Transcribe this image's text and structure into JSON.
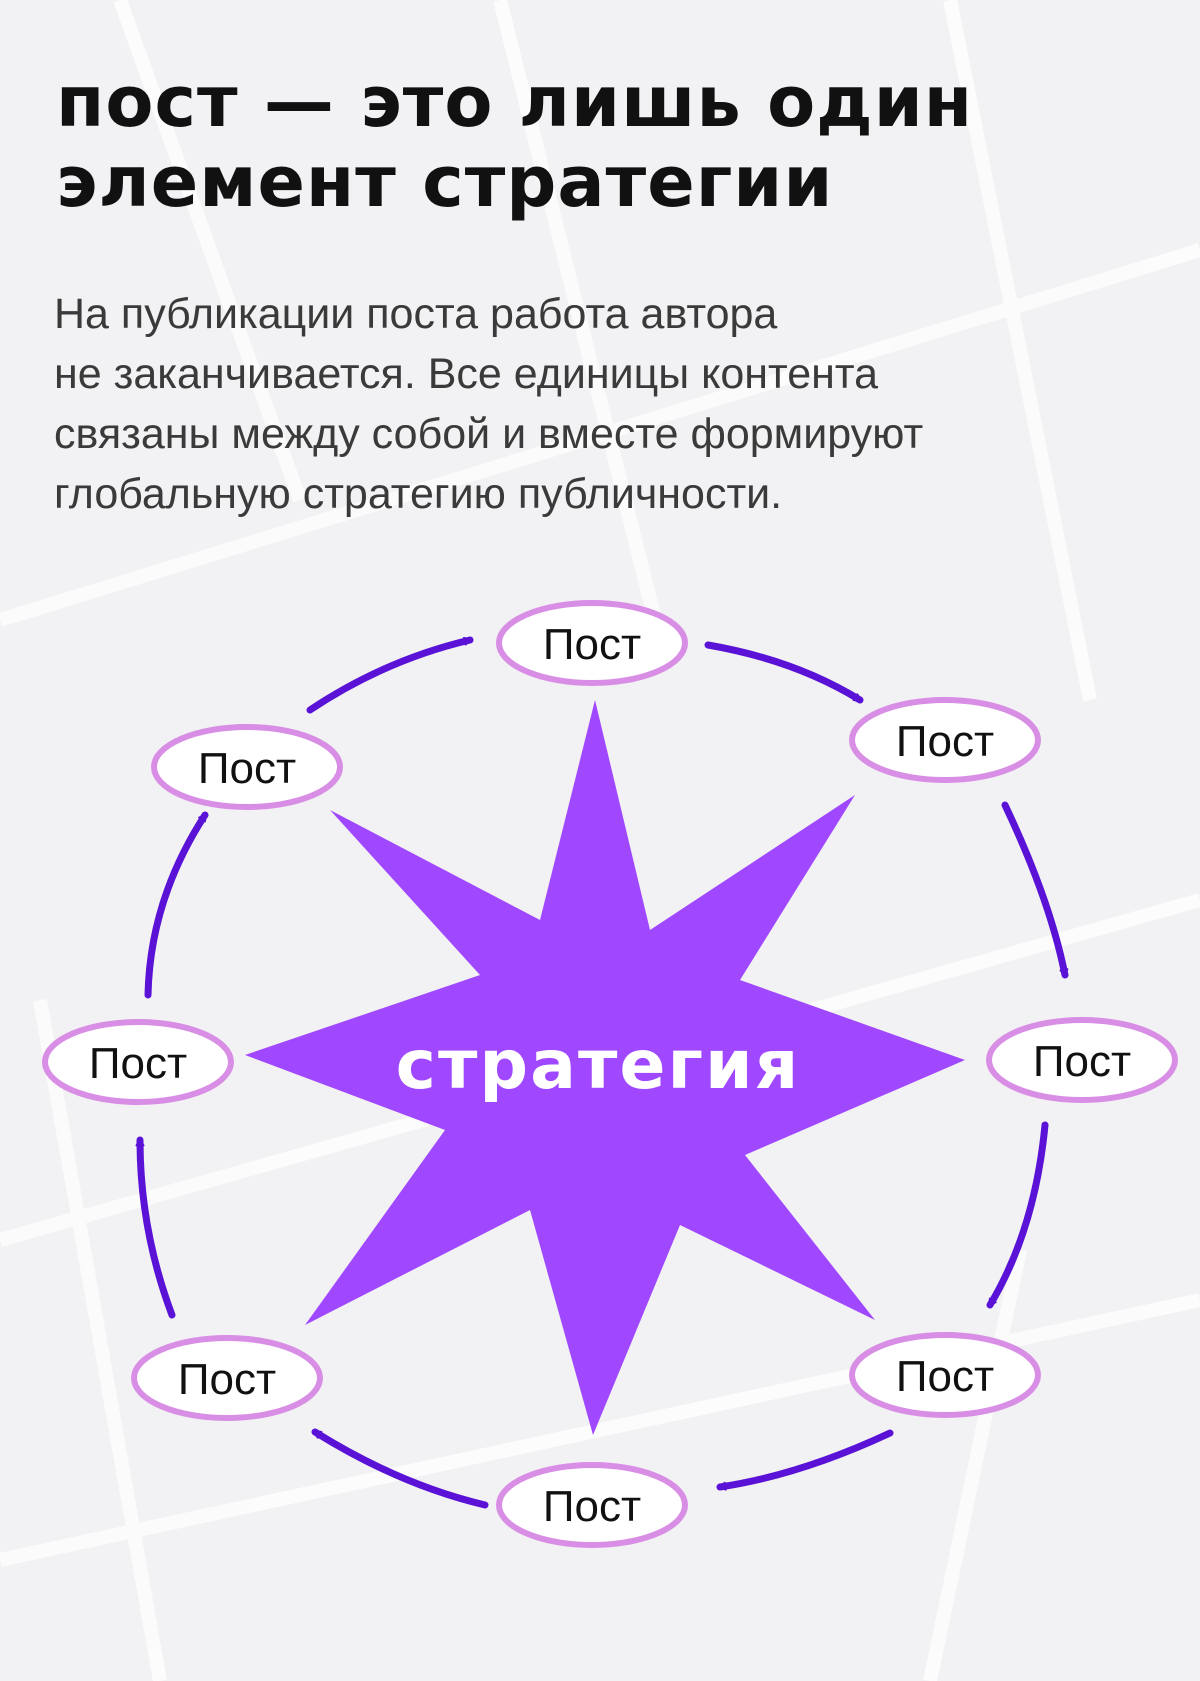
{
  "title": "пост — это лишь один\nэлемент стратегии",
  "lead": "На публикации поста работа автора\nне заканчивается. Все единицы контента\nсвязаны между собой и вместе формируют\nглобальную стратегию публичности.",
  "diagram": {
    "center_label": "стратегия",
    "nodes": [
      {
        "label": "Пост"
      },
      {
        "label": "Пост"
      },
      {
        "label": "Пост"
      },
      {
        "label": "Пост"
      },
      {
        "label": "Пост"
      },
      {
        "label": "Пост"
      },
      {
        "label": "Пост"
      },
      {
        "label": "Пост"
      }
    ],
    "flow": "clockwise"
  },
  "colors": {
    "background": "#f2f1f3",
    "star": "#a048ff",
    "node_stroke": "#d98ee6",
    "arrow": "#5a12d6",
    "title_text": "#111111",
    "body_text": "#3a3a3a"
  }
}
